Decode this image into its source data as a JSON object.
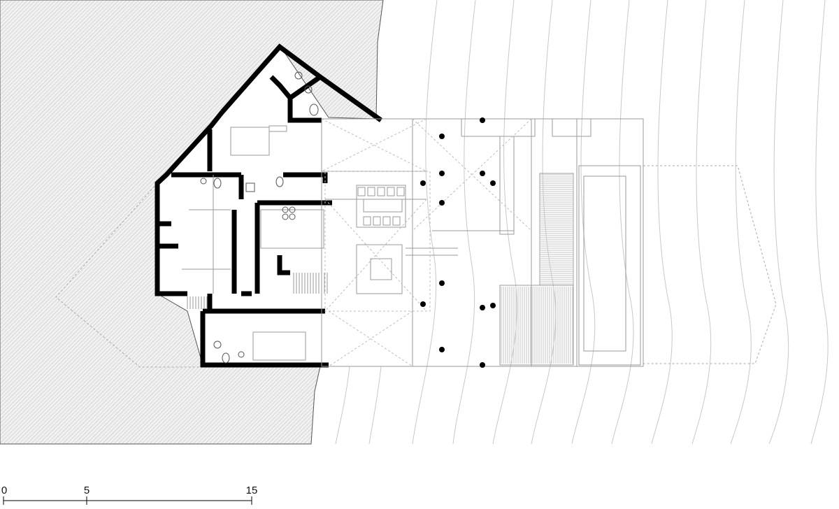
{
  "drawing": {
    "type": "architectural floor plan",
    "colors": {
      "background": "#ffffff",
      "terrain_hatch": "#bdbdbd",
      "wall": "#000000",
      "thin_line": "#9a9a9a",
      "contour": "#c8c8c8"
    },
    "scale_bar": {
      "labels": [
        "0",
        "5",
        "15"
      ]
    }
  }
}
